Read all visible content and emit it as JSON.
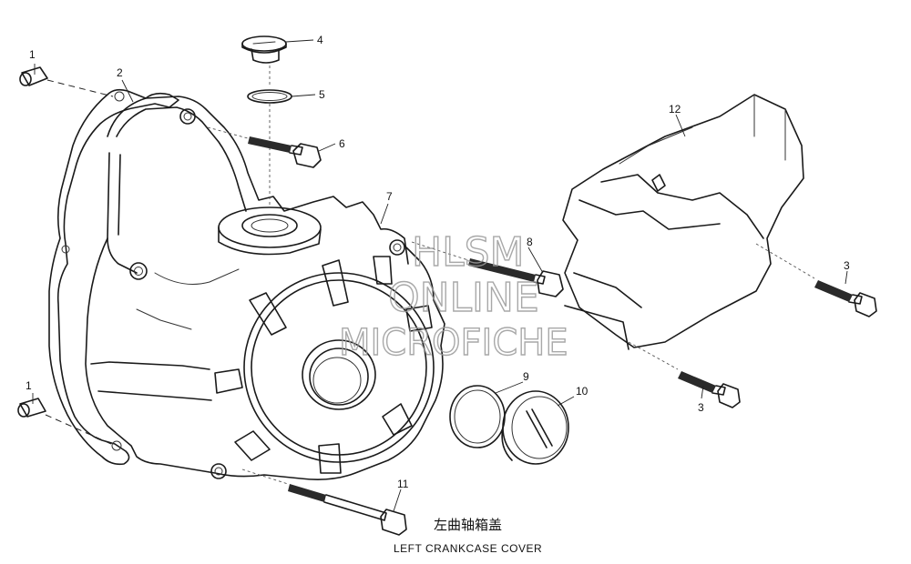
{
  "diagram": {
    "title_cn": "左曲轴箱盖",
    "title_en": "LEFT CRANKCASE COVER",
    "watermark": [
      "HLSM",
      "ONLINE",
      "MICROFICHE"
    ],
    "callouts": [
      "1",
      "2",
      "4",
      "5",
      "6",
      "7",
      "8",
      "12",
      "3",
      "3",
      "1",
      "9",
      "10",
      "11"
    ]
  }
}
